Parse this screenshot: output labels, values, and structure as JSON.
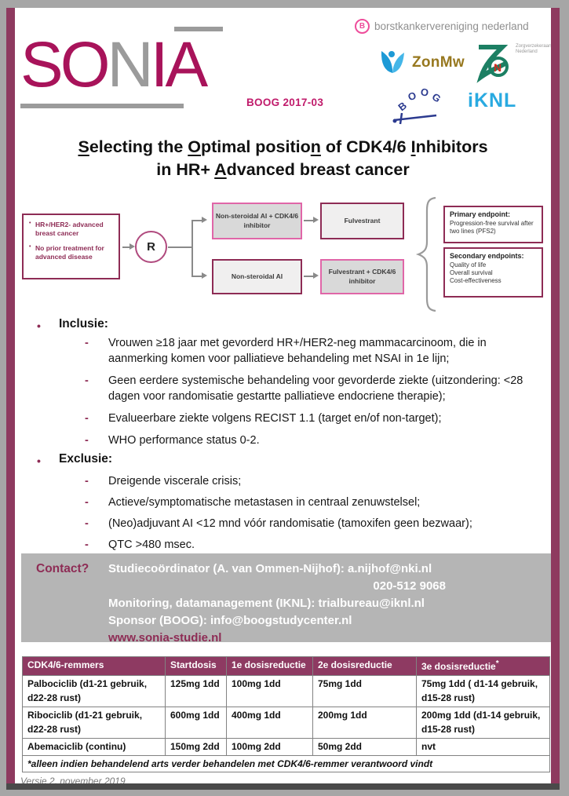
{
  "header": {
    "sonia_logo": {
      "part1": "SO",
      "part2": "N",
      "part3": "IA"
    },
    "boog_code": "BOOG 2017-03",
    "bvn": {
      "initial": "B",
      "label": "borstkankervereniging nederland"
    },
    "zonmw_label": "ZonMw",
    "zn": {
      "n": "N",
      "label_line1": "Zorgverzekeraars",
      "label_line2": "Nederland"
    },
    "boog_letters": [
      "B",
      "O",
      "O",
      "G"
    ],
    "iknl_label": "iKNL"
  },
  "title": {
    "parts": [
      {
        "t": "S"
      },
      {
        "t": "electing the "
      },
      {
        "t": "O"
      },
      {
        "t": "ptimal positio"
      },
      {
        "t": "n"
      },
      {
        "t": " of CDK4/6 "
      },
      {
        "t": "I"
      },
      {
        "t": "nhibitors"
      }
    ],
    "line2_parts": [
      {
        "t": "in HR+ "
      },
      {
        "t": "A"
      },
      {
        "t": "dvanced breast cancer"
      }
    ]
  },
  "diagram": {
    "patient_items": [
      "HR+/HER2- advanced breast cancer",
      "No prior treatment for advanced disease"
    ],
    "randomization_label": "R",
    "arm_top": "Non-steroidal AI + CDK4/6 inhibitor",
    "arm_bottom": "Non-steroidal AI",
    "arm_top_next": "Fulvestrant",
    "arm_bottom_next": "Fulvestrant + CDK4/6 inhibitor",
    "primary_endpoint": {
      "title": "Primary endpoint:",
      "body": "Progression-free survival after two lines (PFS2)"
    },
    "secondary_endpoints": {
      "title": "Secondary endpoints:",
      "items": [
        "Quality of life",
        "Overall survival",
        "Cost-effectiveness"
      ]
    }
  },
  "inclusie": {
    "heading": "Inclusie:",
    "items": [
      "Vrouwen ≥18 jaar met gevorderd HR+/HER2-neg mammacarcinoom, die in aanmerking komen voor palliatieve behandeling met NSAI in 1e lijn;",
      "Geen eerdere systemische behandeling voor gevorderde ziekte (uitzondering: <28 dagen voor randomisatie gestartte palliatieve endocriene therapie);",
      "Evalueerbare ziekte volgens RECIST 1.1 (target en/of non-target);",
      "WHO performance status 0-2."
    ]
  },
  "exclusie": {
    "heading": "Exclusie:",
    "items": [
      "Dreigende viscerale crisis;",
      "Actieve/symptomatische metastasen in centraal zenuwstelsel;",
      "(Neo)adjuvant AI <12 mnd vóór randomisatie (tamoxifen geen bezwaar);",
      "QTC >480 msec."
    ]
  },
  "contact": {
    "label": "Contact?",
    "line1": "Studiecoördinator (A. van Ommen-Nijhof): a.nijhof@nki.nl",
    "phone": "020-512 9068",
    "line2": "Monitoring, datamanagement (IKNL): trialbureau@iknl.nl",
    "line3": "Sponsor (BOOG): info@boogstudycenter.nl",
    "website": "www.sonia-studie.nl"
  },
  "dose_table": {
    "headers": [
      {
        "label": "CDK4/6-remmers",
        "sup": ""
      },
      {
        "label": "Startdosis",
        "sup": ""
      },
      {
        "label": "1e dosisreductie",
        "sup": ""
      },
      {
        "label": "2e dosisreductie",
        "sup": ""
      },
      {
        "label": "3e dosisreductie",
        "sup": "*"
      }
    ],
    "rows": [
      {
        "cells": [
          "Palbociclib (d1-21 gebruik, d22-28 rust)",
          "125mg 1dd",
          "100mg 1dd",
          "75mg 1dd",
          "75mg 1dd ( d1-14 gebruik, d15-28 rust)"
        ]
      },
      {
        "cells": [
          "Ribociclib (d1-21 gebruik, d22-28 rust)",
          "600mg 1dd",
          "400mg 1dd",
          "200mg 1dd",
          "200mg 1dd (d1-14 gebruik, d15-28 rust)"
        ]
      },
      {
        "cells": [
          "Abemaciclib (continu)",
          "150mg 2dd",
          "100mg 2dd",
          "50mg 2dd",
          "nvt"
        ]
      }
    ],
    "footnote": "*alleen indien behandelend arts verder behandelen met CDK4/6-remmer verantwoord vindt"
  },
  "footer": {
    "version": "Versie 2, november 2019"
  },
  "colors": {
    "maroon": "#8e2c55",
    "magenta": "#a8135a",
    "pink_border": "#e066a8",
    "table_header_bg": "#8e3a62",
    "contact_bg": "#b5b5b5",
    "gray_fill": "#d9d9d9",
    "light_fill": "#f0efef",
    "frame_bar": "#8e3a5f",
    "iknl_blue": "#29aae1",
    "zonmw_gold": "#97781f",
    "zn_green": "#1c7f63",
    "bvn_pink": "#ee4d9b"
  }
}
